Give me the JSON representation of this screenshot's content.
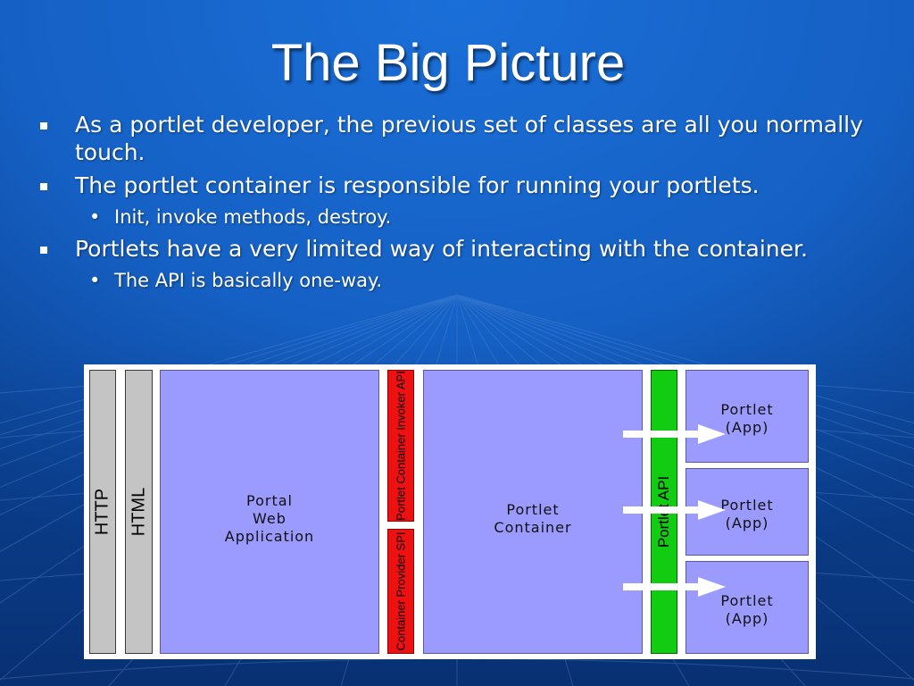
{
  "slide": {
    "title": "The Big Picture",
    "colors": {
      "background": "#1464c8",
      "text": "#ffffff"
    },
    "bullets": [
      {
        "text": "As a portlet developer, the previous set of classes are all you normally touch.",
        "sub": []
      },
      {
        "text": "The portlet container is responsible for running your portlets.",
        "sub": [
          "Init, invoke methods, destroy."
        ]
      },
      {
        "text": "Portlets have a very limited way of interacting with the container.",
        "sub": [
          "The API is basically one-way."
        ]
      }
    ]
  },
  "diagram": {
    "http": "HTTP",
    "html": "HTML",
    "portal_lines": [
      "Portal",
      "Web",
      "Application"
    ],
    "invoker_api": "Portlet Container Invoker API",
    "provider_spi": "Container Provider SPI",
    "container_lines": [
      "Portlet",
      "Container"
    ],
    "portlet_api": "Portlet API",
    "portlets": [
      {
        "name": "Portlet",
        "sub": "(App)"
      },
      {
        "name": "Portlet",
        "sub": "(App)"
      },
      {
        "name": "Portlet",
        "sub": "(App)"
      }
    ],
    "colors": {
      "gray": "#c4c4c4",
      "lavender": "#9b9bff",
      "red": "#ee1111",
      "green": "#11cc11",
      "arrow": "#ffffff"
    }
  }
}
